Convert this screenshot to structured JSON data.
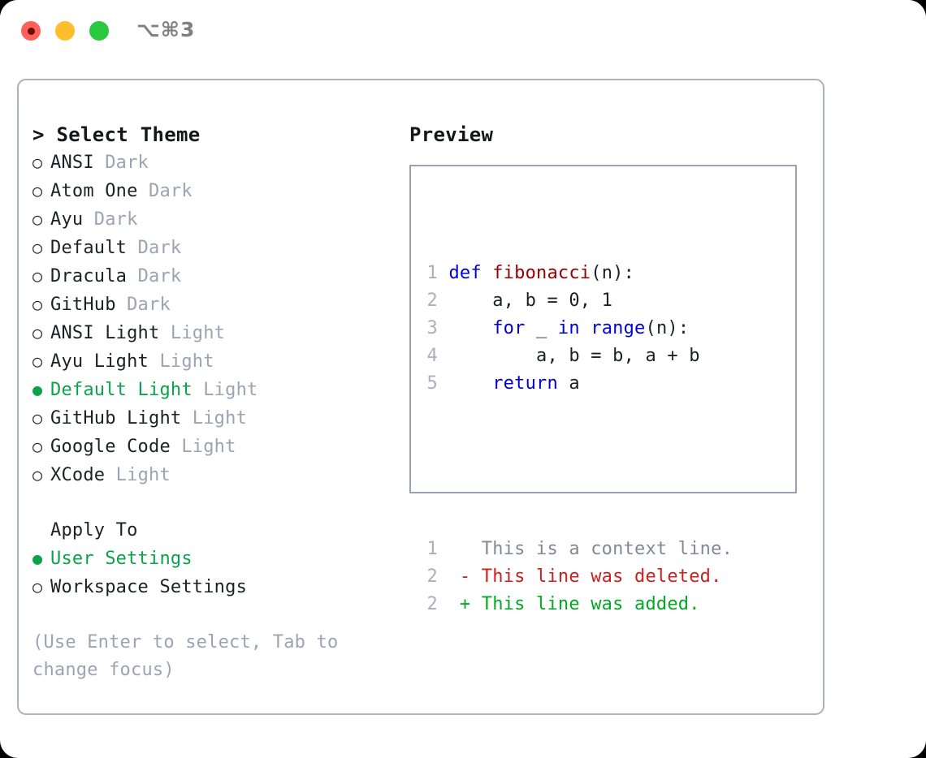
{
  "titlebar": {
    "shortcut_label": "⌥⌘3",
    "traffic_lights": [
      {
        "name": "close",
        "color": "#ff6059"
      },
      {
        "name": "minimize",
        "color": "#ffbd2e"
      },
      {
        "name": "zoom",
        "color": "#28c840"
      }
    ]
  },
  "theme_picker": {
    "heading": "> Select Theme",
    "items": [
      {
        "marker": "○",
        "label": "ANSI",
        "suffix": " Dark",
        "selected": false
      },
      {
        "marker": "○",
        "label": "Atom One",
        "suffix": " Dark",
        "selected": false
      },
      {
        "marker": "○",
        "label": "Ayu",
        "suffix": " Dark",
        "selected": false
      },
      {
        "marker": "○",
        "label": "Default",
        "suffix": " Dark",
        "selected": false
      },
      {
        "marker": "○",
        "label": "Dracula",
        "suffix": " Dark",
        "selected": false
      },
      {
        "marker": "○",
        "label": "GitHub",
        "suffix": " Dark",
        "selected": false
      },
      {
        "marker": "○",
        "label": "ANSI Light",
        "suffix": " Light",
        "selected": false
      },
      {
        "marker": "○",
        "label": "Ayu Light",
        "suffix": " Light",
        "selected": false
      },
      {
        "marker": "●",
        "label": "Default Light",
        "suffix": " Light",
        "selected": true
      },
      {
        "marker": "○",
        "label": "GitHub Light",
        "suffix": " Light",
        "selected": false
      },
      {
        "marker": "○",
        "label": "Google Code",
        "suffix": " Light",
        "selected": false
      },
      {
        "marker": "○",
        "label": "XCode",
        "suffix": " Light",
        "selected": false
      }
    ]
  },
  "apply_to": {
    "heading": "Apply To",
    "items": [
      {
        "marker": "●",
        "label": "User Settings",
        "selected": true
      },
      {
        "marker": "○",
        "label": "Workspace Settings",
        "selected": false
      }
    ]
  },
  "hint": "(Use Enter to select, Tab to change focus)",
  "preview": {
    "title": "Preview",
    "code_lines": [
      {
        "no": "1",
        "tokens": [
          {
            "t": "def ",
            "c": "kw"
          },
          {
            "t": "fibonacci",
            "c": "fn"
          },
          {
            "t": "(n):",
            "c": "pl"
          }
        ]
      },
      {
        "no": "2",
        "tokens": [
          {
            "t": "    a, b = 0, 1",
            "c": "pl"
          }
        ]
      },
      {
        "no": "3",
        "tokens": [
          {
            "t": "    ",
            "c": "pl"
          },
          {
            "t": "for",
            "c": "kw"
          },
          {
            "t": " _ ",
            "c": "pl"
          },
          {
            "t": "in",
            "c": "kw"
          },
          {
            "t": " ",
            "c": "pl"
          },
          {
            "t": "range",
            "c": "kw"
          },
          {
            "t": "(n):",
            "c": "pl"
          }
        ]
      },
      {
        "no": "4",
        "tokens": [
          {
            "t": "        a, b = b, a + b",
            "c": "pl"
          }
        ]
      },
      {
        "no": "5",
        "tokens": [
          {
            "t": "    ",
            "c": "pl"
          },
          {
            "t": "return",
            "c": "kw"
          },
          {
            "t": " a",
            "c": "pl"
          }
        ]
      }
    ],
    "diff_lines": [
      {
        "no": "1",
        "sign": "  ",
        "text": "This is a context line.",
        "kind": "ctx"
      },
      {
        "no": "2",
        "sign": "- ",
        "text": "This line was deleted.",
        "kind": "del"
      },
      {
        "no": "2",
        "sign": "+ ",
        "text": "This line was added.",
        "kind": "add"
      }
    ]
  },
  "colors": {
    "accent_green": "#0aa24a",
    "keyword_blue": "#0000dd",
    "function_red": "#990000",
    "diff_delete": "#cc1f1f",
    "diff_add": "#00aa22",
    "muted_gray": "#9aa4b2",
    "border": "#aab2bd"
  }
}
